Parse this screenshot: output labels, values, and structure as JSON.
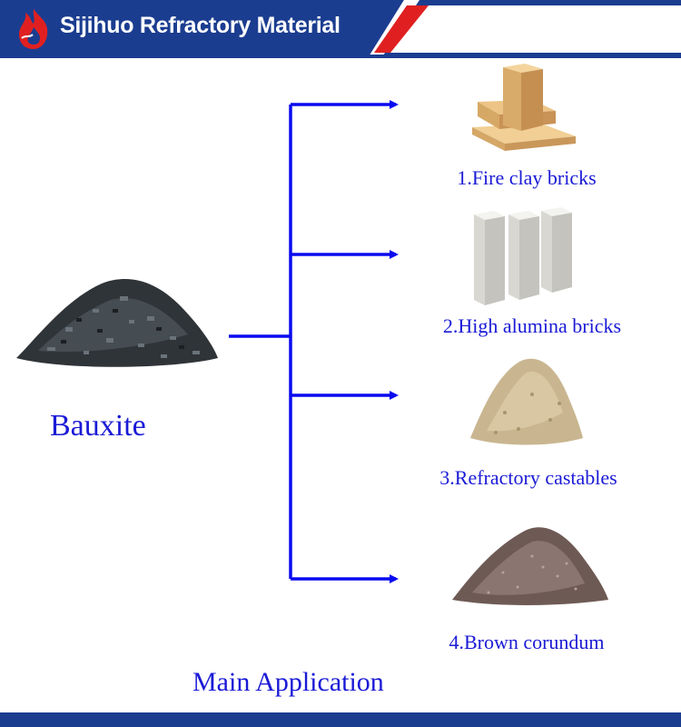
{
  "header": {
    "brand": "Sijihuo Refractory Material",
    "colors": {
      "bar": "#1b3d90",
      "accent": "#e02020"
    }
  },
  "source": {
    "label": "Bauxite",
    "image": "bauxite-ore-pile"
  },
  "products": [
    {
      "label": "1.Fire clay bricks",
      "image": "fire-clay-bricks"
    },
    {
      "label": "2.High alumina bricks",
      "image": "high-alumina-bricks"
    },
    {
      "label": "3.Refractory castables",
      "image": "castable-powder-pile"
    },
    {
      "label": "4.Brown corundum",
      "image": "brown-corundum-pile"
    }
  ],
  "caption": "Main Application",
  "colors": {
    "arrow": "#0a0af0",
    "text": "#1a1ad6"
  }
}
